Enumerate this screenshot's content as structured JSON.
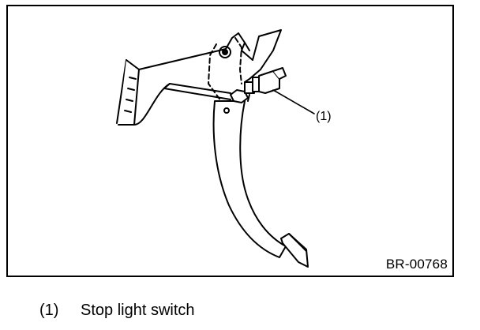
{
  "figure": {
    "code": "BR-00768",
    "callout_label": "(1)",
    "stroke_color": "#000000",
    "fill_color": "#ffffff"
  },
  "legend": {
    "number": "(1)",
    "text": "Stop light switch"
  }
}
